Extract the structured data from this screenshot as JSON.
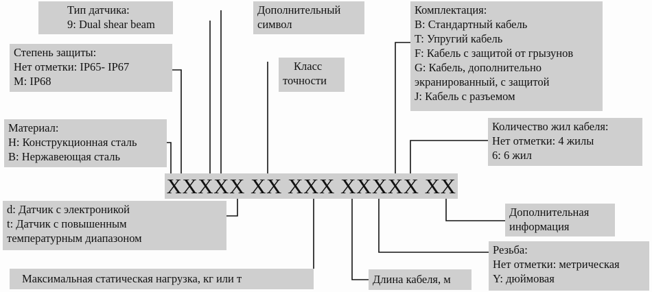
{
  "code": "XXXXX XX XXX XXXXX XX",
  "sensor_type": {
    "title": "Тип датчика:",
    "lines": [
      "9: Dual shear beam"
    ]
  },
  "extra_symbol": {
    "lines": [
      "Дополнительный",
      "символ"
    ]
  },
  "completeness": {
    "title": "Комплектация:",
    "lines": [
      "B: Стандартный кабель",
      "T: Упругий кабель",
      "F: Кабель с защитой от грызунов",
      "G: Кабель, дополнительно",
      "экранированный, с защитой",
      "J: Кабель с разъемом"
    ]
  },
  "protection": {
    "title": "Степень защиты:",
    "lines": [
      "Нет отметки: IP65- IP67",
      "M: IP68"
    ]
  },
  "accuracy_class": {
    "lines": [
      "Класс",
      "точности"
    ]
  },
  "material": {
    "title": "Материал:",
    "lines": [
      "H: Конструкционная сталь",
      "B: Нержавеющая сталь"
    ]
  },
  "cable_cores": {
    "title": "Количество жил кабеля:",
    "lines": [
      "Нет отметки: 4 жилы",
      "6: 6 жил"
    ]
  },
  "electronics": {
    "lines": [
      "d: Датчик с электроникой",
      "t: Датчик с повышенным",
      "температурным диапазоном"
    ]
  },
  "additional_info": {
    "lines": [
      "Дополнительная",
      "информация"
    ]
  },
  "thread": {
    "title": "Резьба:",
    "lines": [
      "Нет отметки: метрическая",
      "Y: дюймовая"
    ]
  },
  "max_load": {
    "lines": [
      "Максимальная статическая нагрузка, кг или т"
    ]
  },
  "cable_length": {
    "lines": [
      "Длина кабеля, м"
    ]
  }
}
